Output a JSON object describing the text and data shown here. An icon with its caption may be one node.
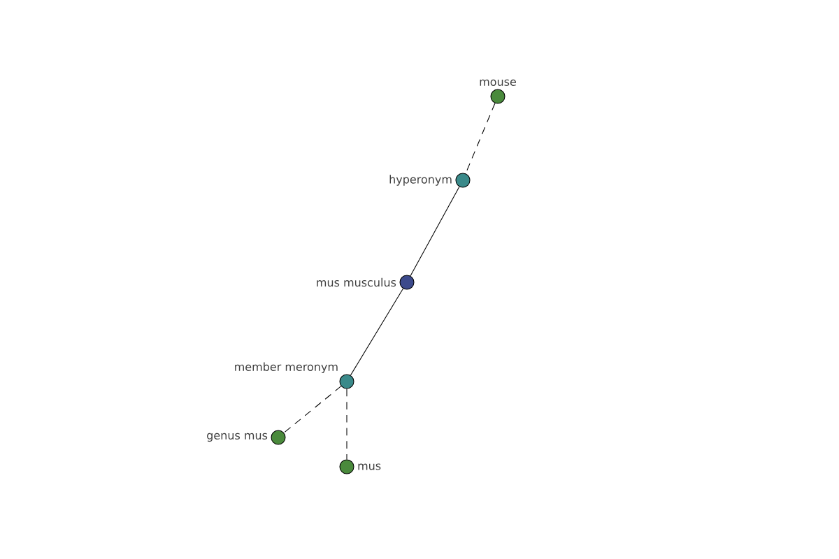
{
  "diagram": {
    "nodes": [
      {
        "text": [
          "mouse"
        ]
      },
      {
        "text": [
          "hyperonym"
        ]
      },
      {
        "text": [
          "mus musculus"
        ]
      },
      {
        "text": [
          "member meronym"
        ]
      },
      {
        "text": [
          "genus mus"
        ]
      },
      {
        "text": [
          "mus"
        ]
      }
    ],
    "edges": [
      {
        "from": 0,
        "to": 1,
        "arrow": "none",
        "style": "dashed"
      },
      {
        "from": 1,
        "to": 2,
        "arrow": "none"
      },
      {
        "from": 2,
        "to": 3,
        "arrow": "none"
      },
      {
        "from": 3,
        "to": 4,
        "arrow": "none",
        "style": "dashed"
      },
      {
        "from": 3,
        "to": 5,
        "arrow": "none",
        "style": "dashed"
      }
    ]
  }
}
